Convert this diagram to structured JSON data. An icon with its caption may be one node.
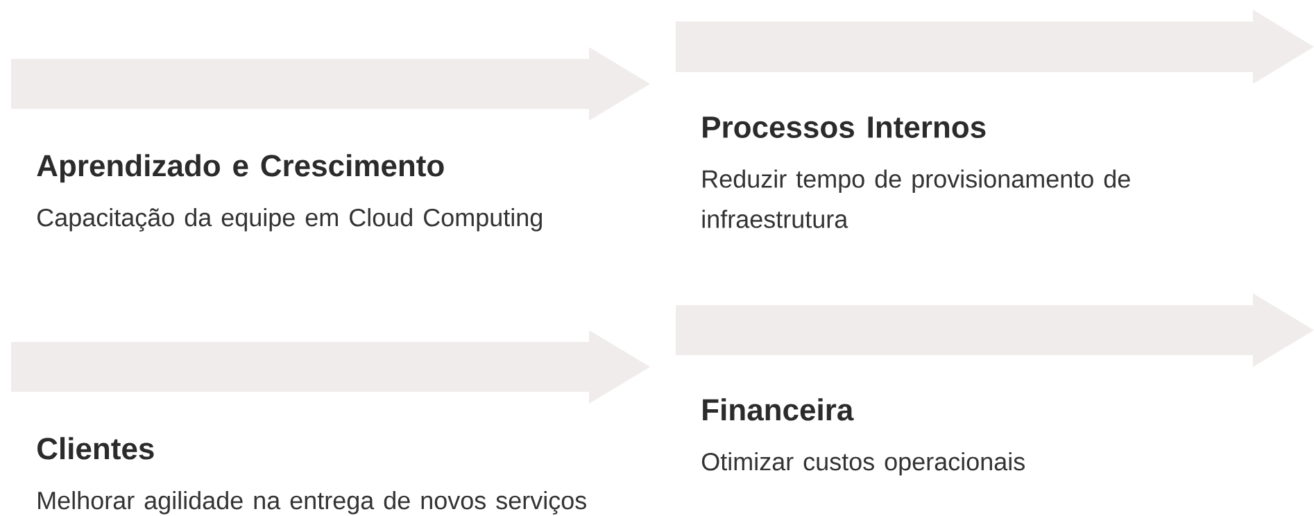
{
  "diagram": {
    "nodes": [
      {
        "text": [
          "Aprendizado e Crescimento",
          "Capacitação da equipe em Cloud Computing"
        ]
      },
      {
        "text": [
          "Processos Internos",
          "Reduzir tempo de provisionamento de infraestrutura"
        ]
      },
      {
        "text": [
          "Clientes",
          "Melhorar agilidade na entrega de novos serviços"
        ]
      },
      {
        "text": [
          "Financeira",
          "Otimizar custos operacionais"
        ]
      }
    ]
  }
}
